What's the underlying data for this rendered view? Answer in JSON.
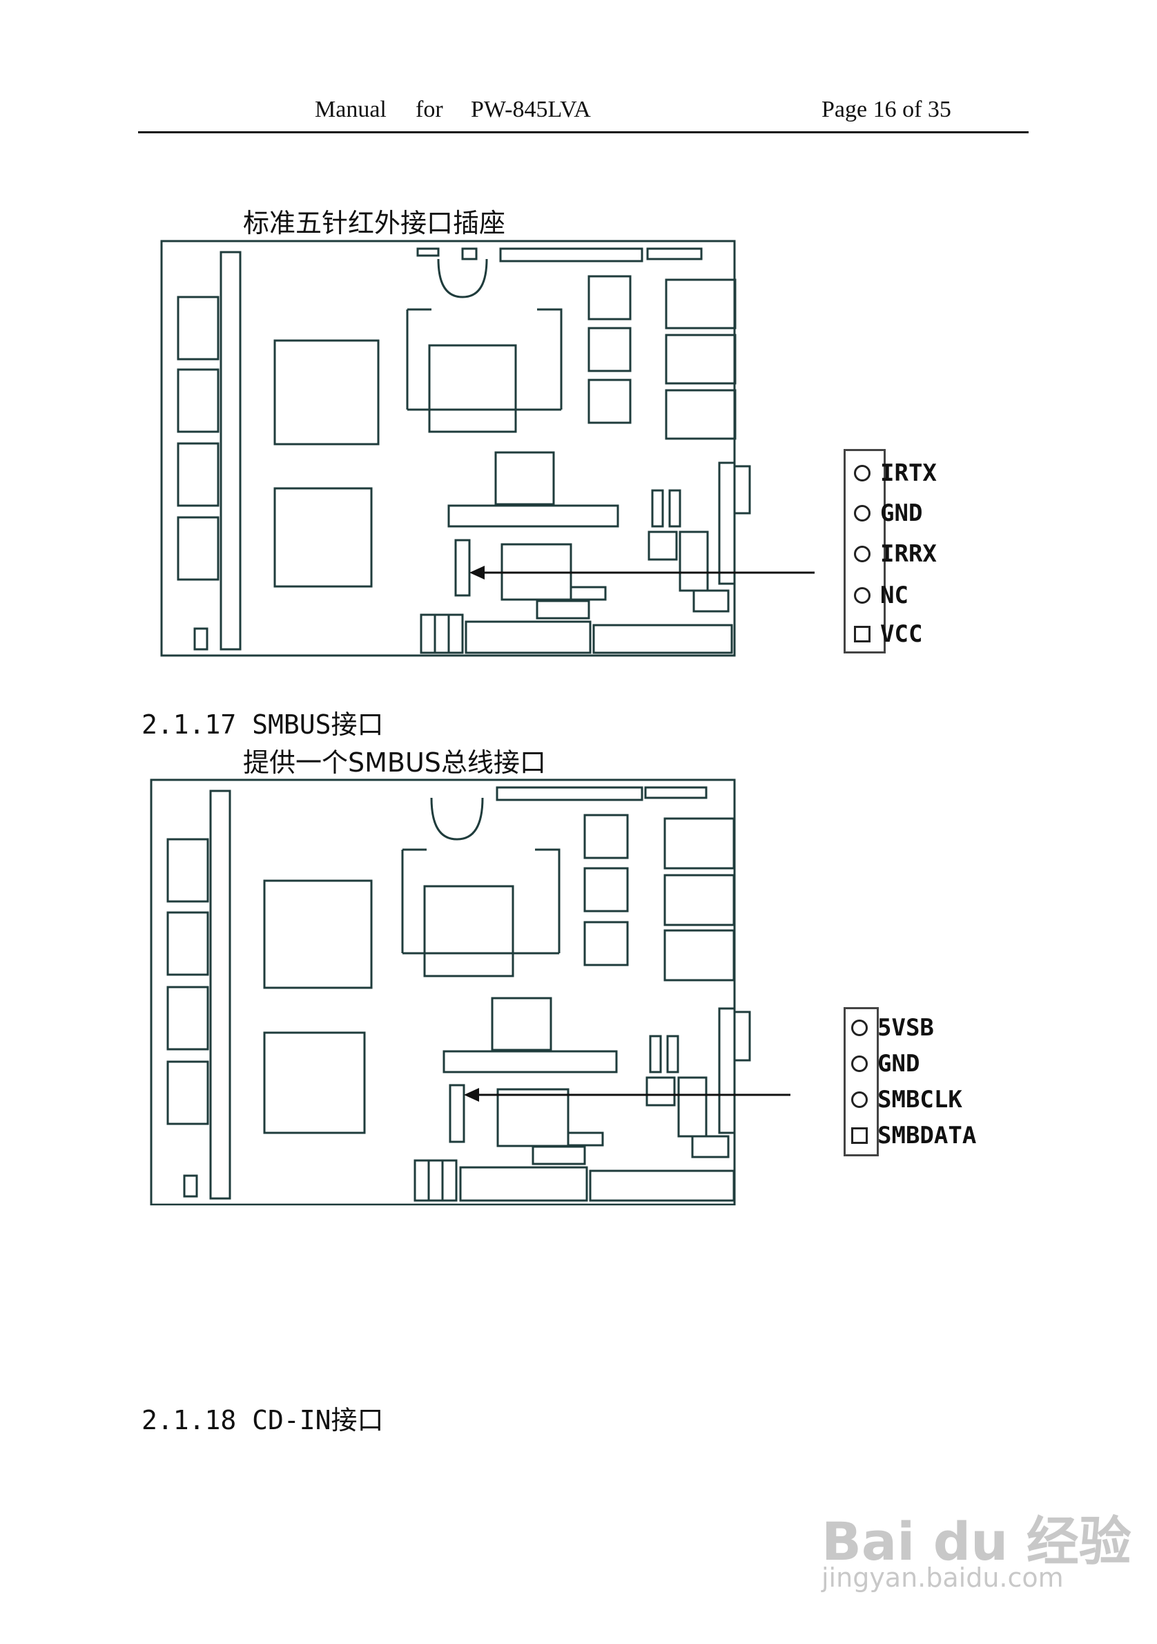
{
  "header": {
    "manual": "Manual",
    "for": "for",
    "model": "PW-845LVA",
    "page": "Page 16 of 35"
  },
  "ir": {
    "caption": "标准五针红外接口插座",
    "pins": [
      {
        "label": "IRTX",
        "shape": "circle"
      },
      {
        "label": "GND",
        "shape": "circle"
      },
      {
        "label": "IRRX",
        "shape": "circle"
      },
      {
        "label": "NC",
        "shape": "circle"
      },
      {
        "label": "VCC",
        "shape": "square"
      }
    ]
  },
  "smbus": {
    "heading": "2.1.17 SMBUS接口",
    "caption": "提供一个SMBUS总线接口",
    "pins": [
      {
        "label": "5VSB",
        "shape": "circle"
      },
      {
        "label": "GND",
        "shape": "circle"
      },
      {
        "label": "SMBCLK",
        "shape": "circle"
      },
      {
        "label": "SMBDATA",
        "shape": "square"
      }
    ]
  },
  "cdin": {
    "heading": "2.1.18 CD-IN接口"
  },
  "watermark": {
    "logo": "Bai du 经验",
    "url": "jingyan.baidu.com"
  }
}
